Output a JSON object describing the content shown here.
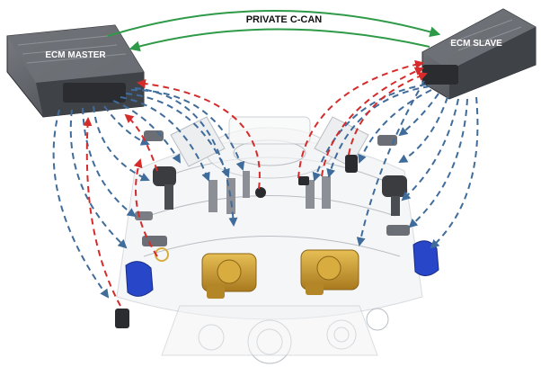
{
  "labels": {
    "ecm_master": "ECM MASTER",
    "ecm_slave": "ECM SLAVE",
    "bus": "PRIVATE C-CAN"
  },
  "colors": {
    "bus_arrow": "#2e9a48",
    "input_signal": "#d62b2b",
    "output_signal": "#3f6c9a",
    "ecm_body": "#5d6066",
    "actuator_gold": "#c99a2e",
    "sensor_blue": "#2846c8"
  }
}
